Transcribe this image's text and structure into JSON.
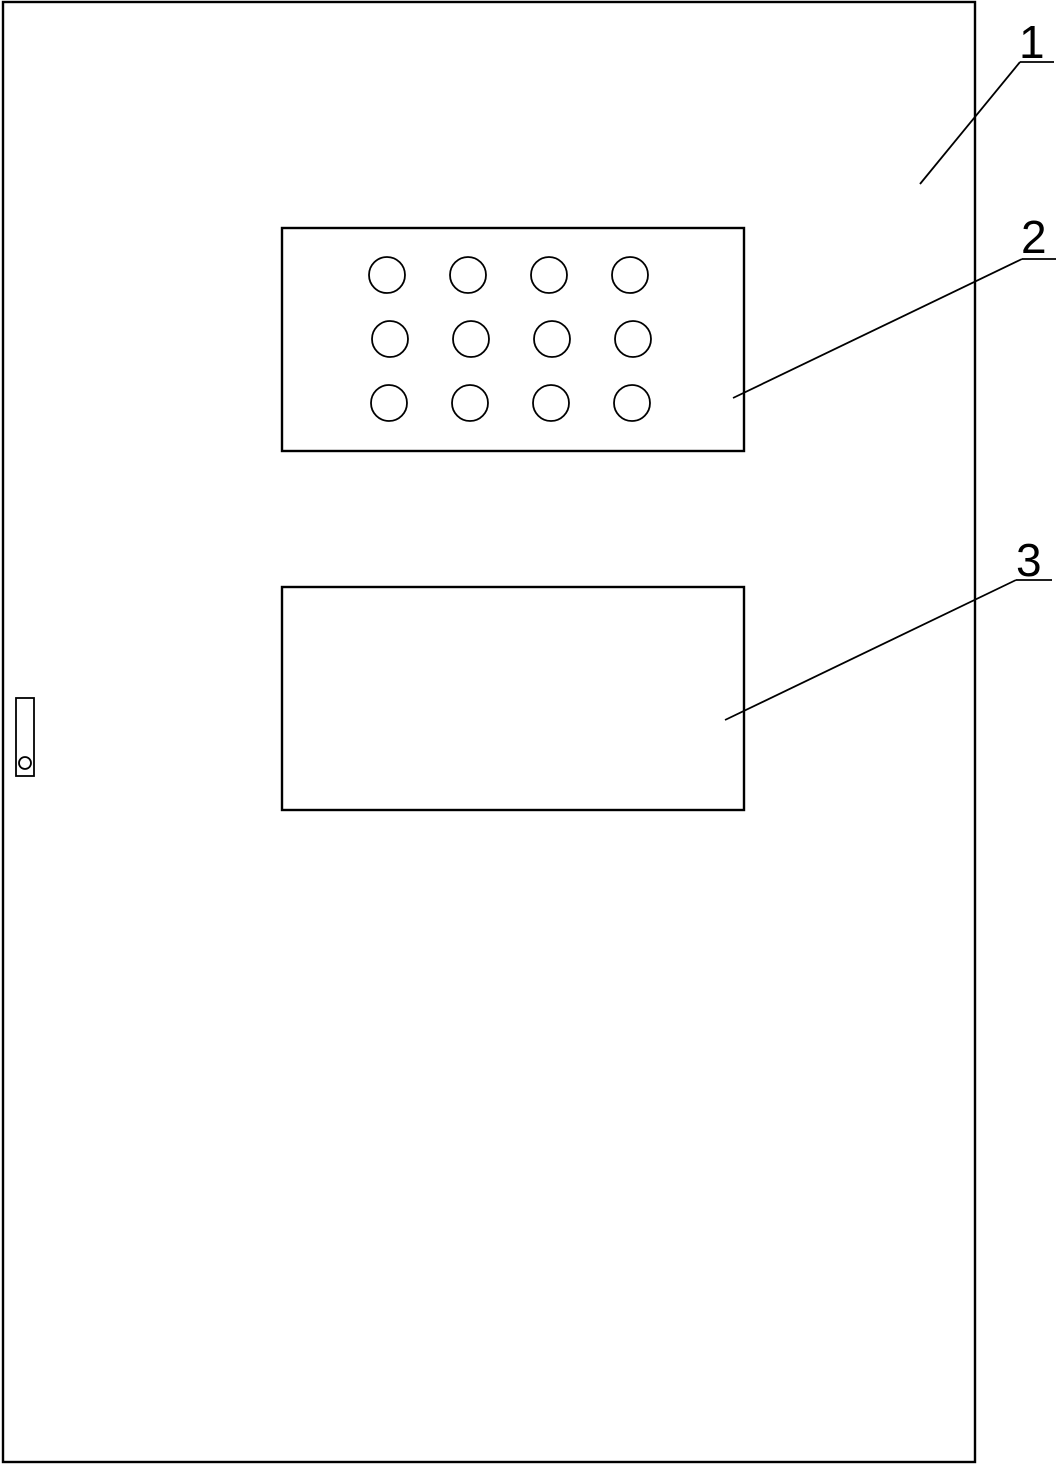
{
  "callouts": {
    "cabinet_door": {
      "number": "1"
    },
    "button_panel": {
      "number": "2"
    },
    "display_window": {
      "number": "3"
    }
  },
  "button_panel": {
    "rows": 3,
    "columns": 4
  },
  "colors": {
    "line": "#000000",
    "background": "#ffffff"
  }
}
